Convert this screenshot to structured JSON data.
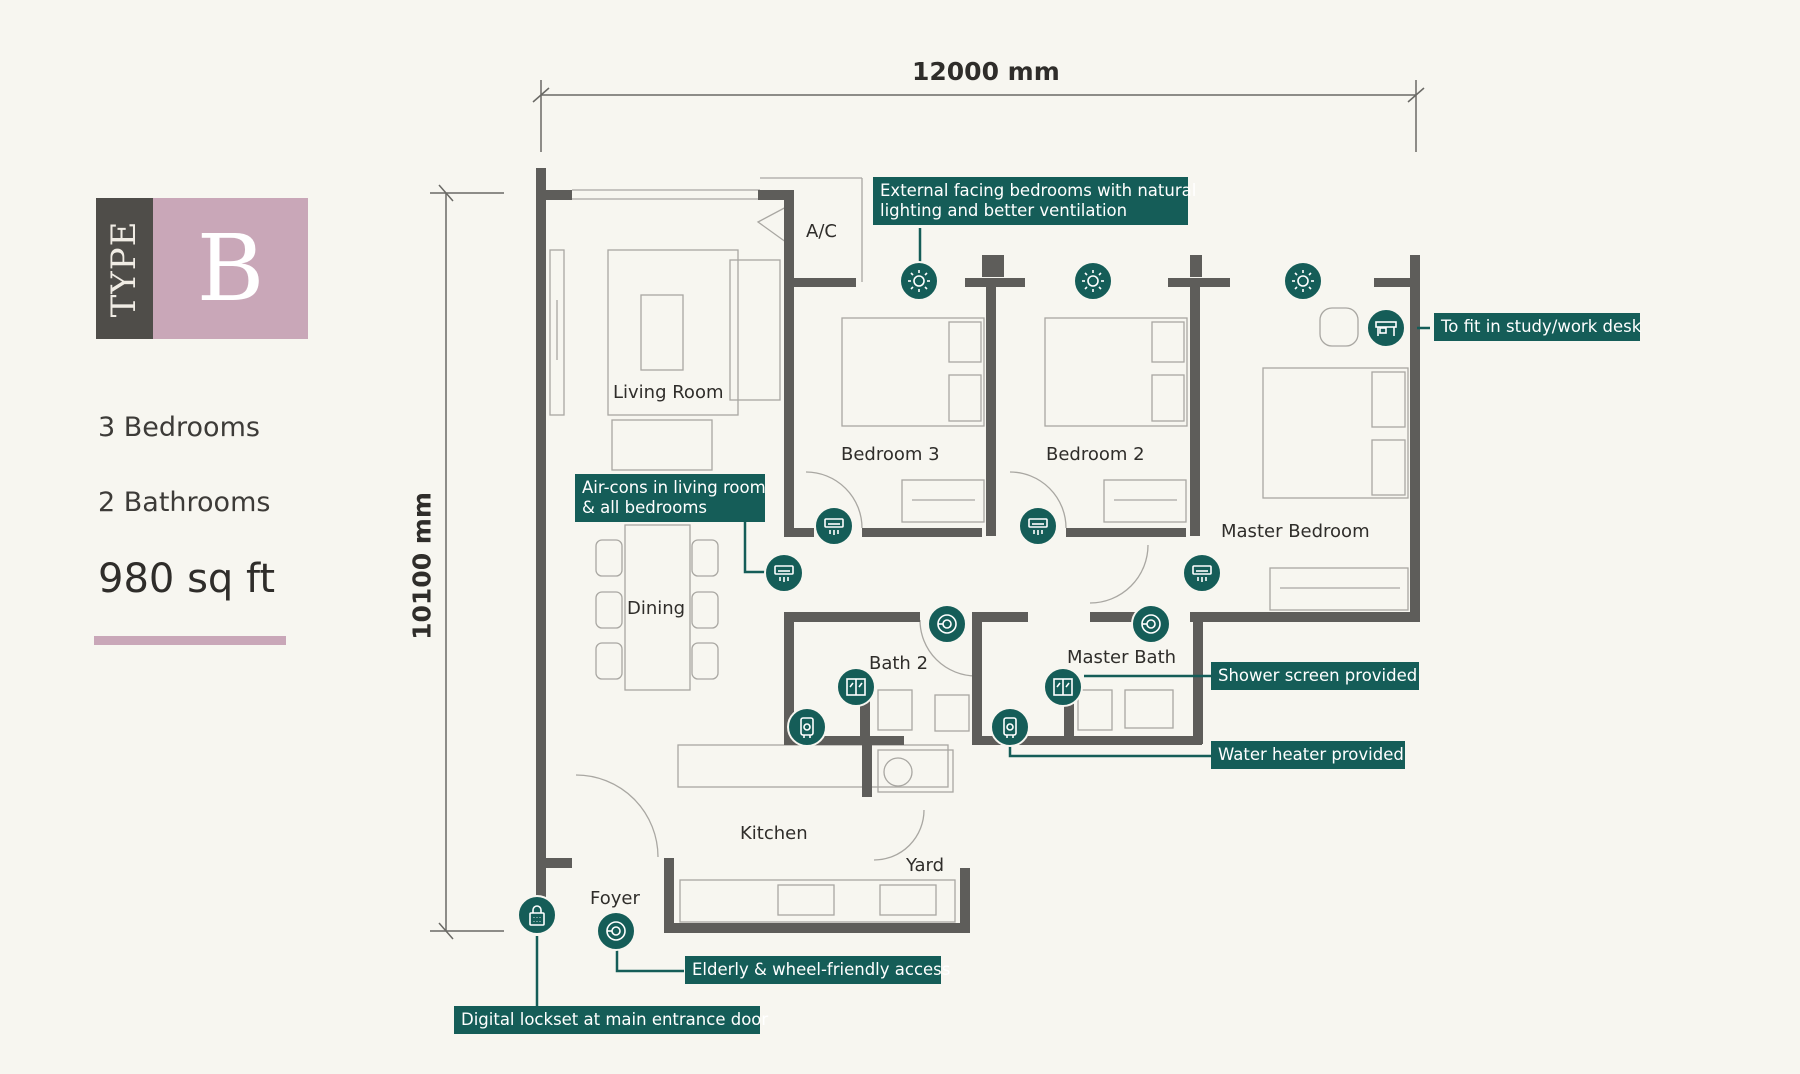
{
  "unit_type": {
    "word": "TYPE",
    "letter": "B"
  },
  "specs": {
    "bedrooms": "3 Bedrooms",
    "bathrooms": "2 Bathrooms",
    "area": "980 sq ft"
  },
  "dimensions": {
    "width": "12000 mm",
    "depth": "10100 mm"
  },
  "rooms": {
    "ac": "A/C",
    "living": "Living Room",
    "bedroom3": "Bedroom 3",
    "bedroom2": "Bedroom 2",
    "master": "Master Bedroom",
    "dining": "Dining",
    "bath2": "Bath 2",
    "master_bath": "Master Bath",
    "kitchen": "Kitchen",
    "yard": "Yard",
    "foyer": "Foyer"
  },
  "callouts": {
    "external_facing": [
      "External facing bedrooms with natural",
      "lighting and better ventilation"
    ],
    "aircons": [
      "Air-cons in living room",
      "& all bedrooms"
    ],
    "study_desk": "To fit in study/work desk",
    "shower_screen": "Shower screen provided",
    "water_heater": "Water heater provided",
    "wheel_access": "Elderly & wheel-friendly access",
    "digital_lock": "Digital lockset at main entrance door"
  },
  "colors": {
    "background": "#f7f6f0",
    "wall": "#5e5d5a",
    "accent_teal": "#155d58",
    "accent_pink": "#c9a7b8",
    "dark_badge": "#4f4d49"
  },
  "icons": [
    "sun-icon",
    "aircon-icon",
    "shower-screen-icon",
    "water-heater-icon",
    "desk-icon",
    "turning-circle-icon",
    "lock-icon"
  ]
}
